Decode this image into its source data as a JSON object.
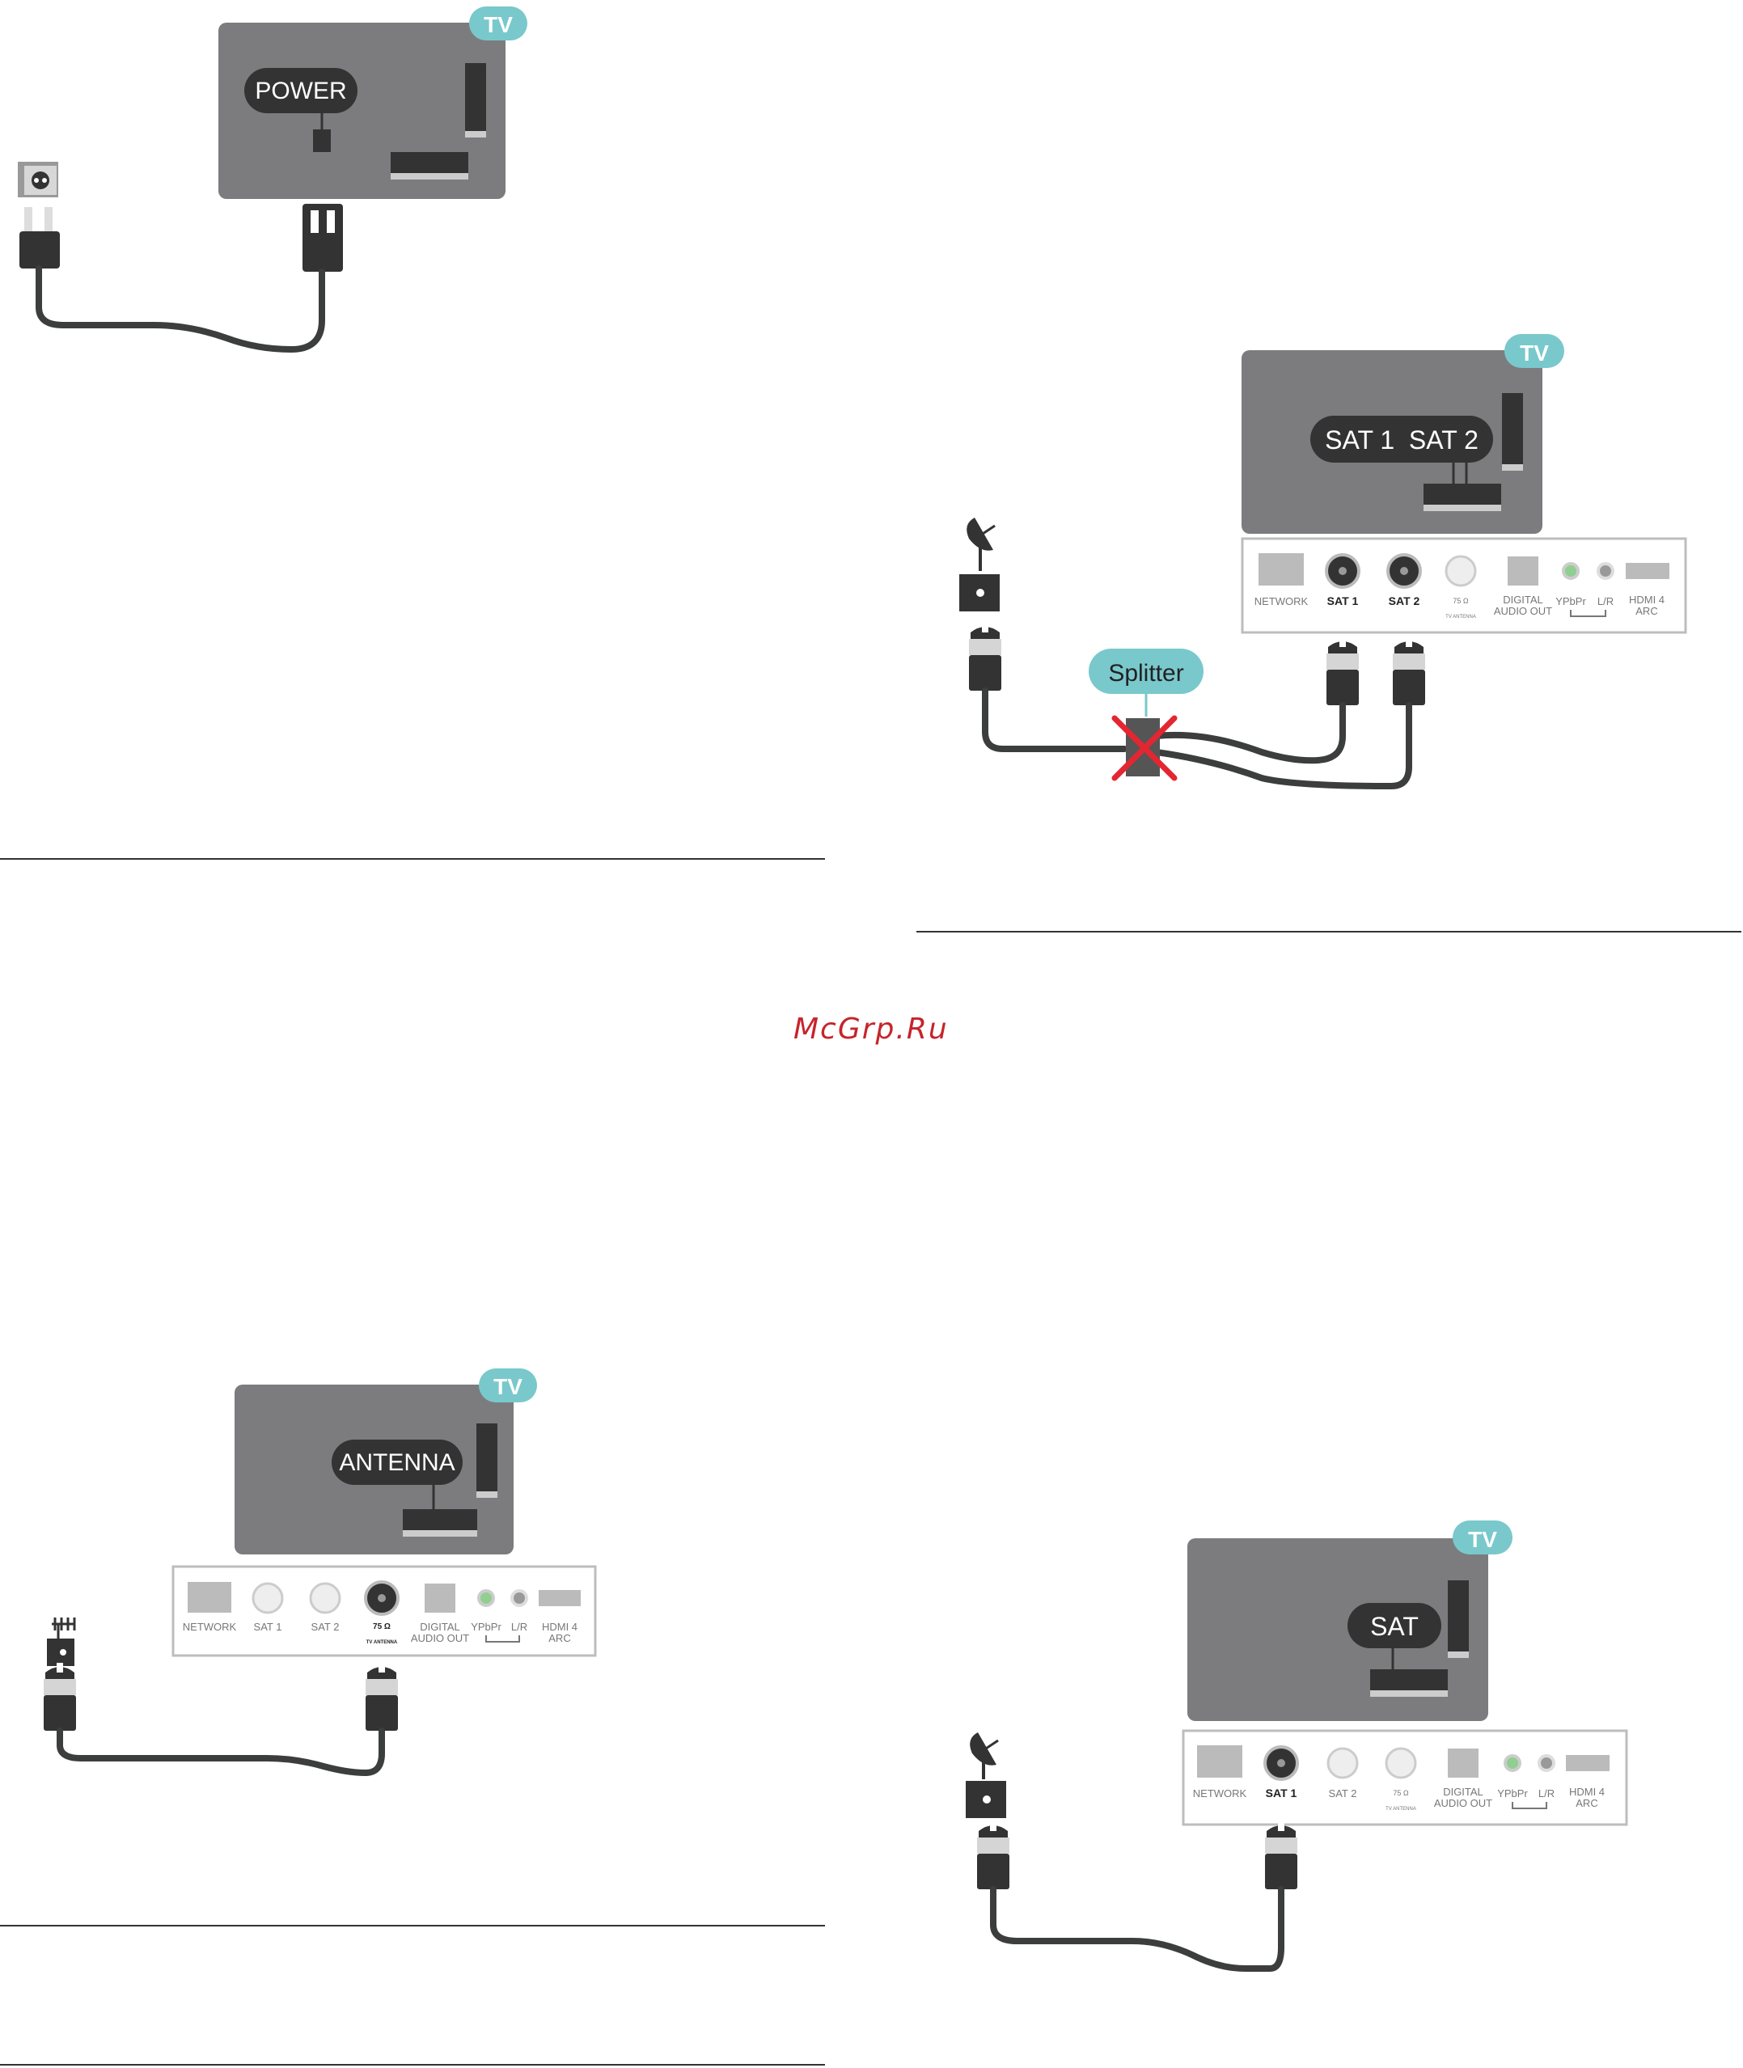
{
  "tv_badge": "TV",
  "power": {
    "label": "POWER"
  },
  "splitter": {
    "label_main": "SAT 1  SAT 2",
    "label_splitter": "Splitter"
  },
  "antenna": {
    "label": "ANTENNA"
  },
  "sat": {
    "label": "SAT"
  },
  "ports": {
    "network": "NETWORK",
    "sat1": "SAT 1",
    "sat2": "SAT 2",
    "ohm": "75 Ω",
    "tv_antenna": "TV ANTENNA",
    "digital_line1": "DIGITAL",
    "digital_line2": "AUDIO OUT",
    "ypbpr": "YPbPr",
    "lr": "L/R",
    "hdmi_line1": "HDMI 4",
    "hdmi_line2": "ARC"
  },
  "watermark": "McGrp.Ru",
  "colors": {
    "tv_body": "#7c7c7e",
    "badge": "#79c8cc",
    "cable": "#3c3e3d",
    "panel_border": "#bdbdbd",
    "cross": "#e32631",
    "watermark": "#c6242b"
  }
}
